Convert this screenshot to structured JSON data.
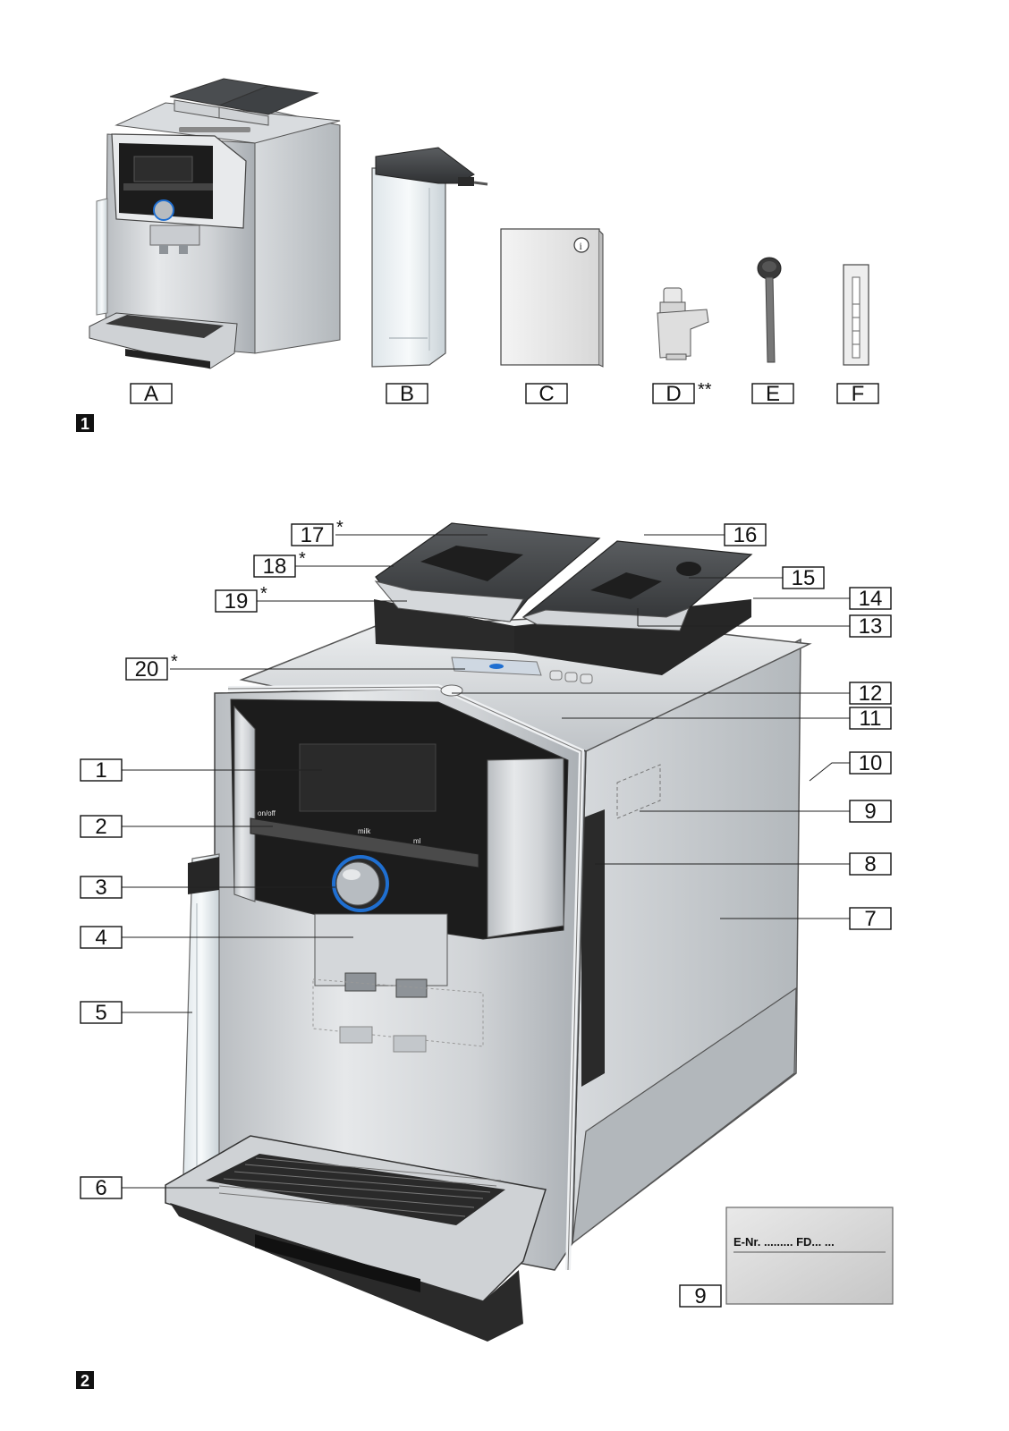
{
  "figure1": {
    "number": "1",
    "items": [
      {
        "label": "A",
        "suffix": ""
      },
      {
        "label": "B",
        "suffix": ""
      },
      {
        "label": "C",
        "suffix": ""
      },
      {
        "label": "D",
        "suffix": "**"
      },
      {
        "label": "E",
        "suffix": ""
      },
      {
        "label": "F",
        "suffix": ""
      }
    ]
  },
  "figure2": {
    "number": "2",
    "callouts": [
      {
        "label": "1",
        "suffix": ""
      },
      {
        "label": "2",
        "suffix": ""
      },
      {
        "label": "3",
        "suffix": ""
      },
      {
        "label": "4",
        "suffix": ""
      },
      {
        "label": "5",
        "suffix": ""
      },
      {
        "label": "6",
        "suffix": ""
      },
      {
        "label": "7",
        "suffix": ""
      },
      {
        "label": "8",
        "suffix": ""
      },
      {
        "label": "9",
        "suffix": ""
      },
      {
        "label": "10",
        "suffix": ""
      },
      {
        "label": "11",
        "suffix": ""
      },
      {
        "label": "12",
        "suffix": ""
      },
      {
        "label": "13",
        "suffix": ""
      },
      {
        "label": "14",
        "suffix": ""
      },
      {
        "label": "15",
        "suffix": ""
      },
      {
        "label": "16",
        "suffix": ""
      },
      {
        "label": "17",
        "suffix": "*"
      },
      {
        "label": "18",
        "suffix": "*"
      },
      {
        "label": "19",
        "suffix": "*"
      },
      {
        "label": "20",
        "suffix": "*"
      }
    ],
    "panel_labels": [
      "on/off",
      "milk",
      "ml"
    ],
    "rating_plate": {
      "text": "E-Nr. ......... FD...   ...",
      "label": "9"
    }
  },
  "colors": {
    "steel_light": "#e4e6e8",
    "steel_mid": "#c3c7cb",
    "steel_dark": "#8e9398",
    "black": "#1c1c1c",
    "accent_blue": "#1f6fd1"
  }
}
